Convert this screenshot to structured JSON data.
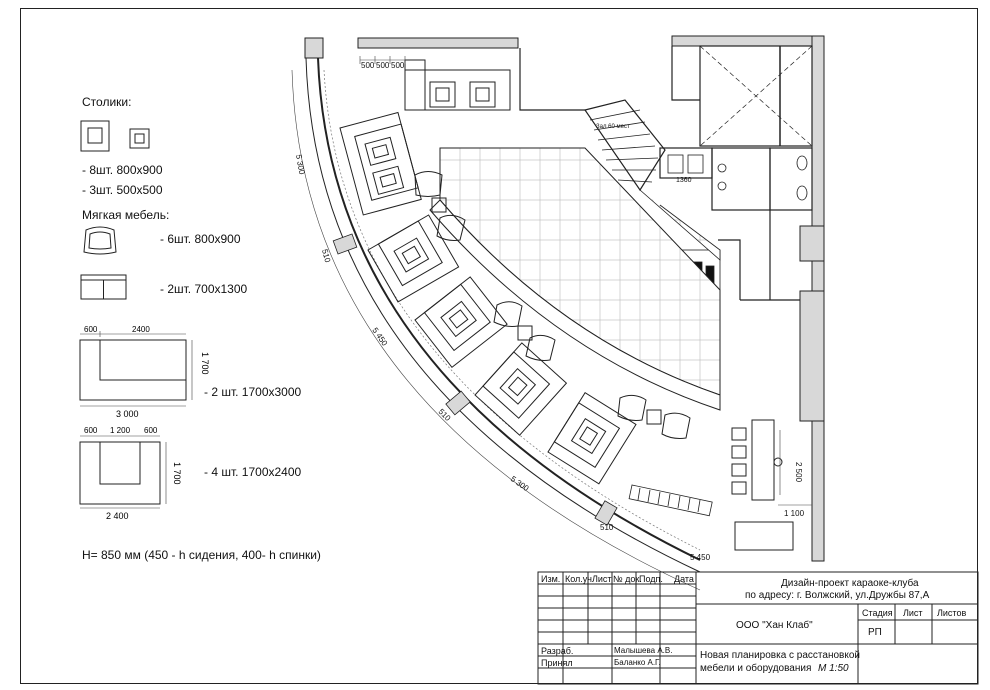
{
  "legend": {
    "tables_title": "Столики:",
    "tables_8": "- 8шт. 800х900",
    "tables_3": "- 3шт. 500х500",
    "soft_title": "Мягкая мебель:",
    "chair": "- 6шт. 800х900",
    "sofa": "- 2шт. 700х1300",
    "l_sofa": "- 2 шт. 1700х3000",
    "u_sofa": "- 4 шт. 1700х2400",
    "height_note": "H= 850 мм (450 - h сидения, 400- h спинки)",
    "dims": {
      "l_600": "600",
      "l_2400": "2400",
      "l_1700": "1 700",
      "l_3000": "3 000",
      "u_600a": "600",
      "u_1200": "1 200",
      "u_600b": "600",
      "u_1700": "1 700",
      "u_2400": "2 400"
    }
  },
  "plan": {
    "dims": {
      "d500a": "500",
      "d500b": "500",
      "d500c": "500",
      "d5300a": "5 300",
      "d510a": "510",
      "d5450a": "5 450",
      "d510b": "510",
      "d5300b": "5 300",
      "d510c": "510",
      "d5450b": "5 450",
      "d1360": "1360",
      "d2500": "2 500",
      "d1100": "1 100",
      "stage_note": "Зал 60 мест"
    }
  },
  "title_block": {
    "headers": [
      "Изм.",
      "Кол.уч",
      "Лист",
      "№ док.",
      "Подп.",
      "Дата"
    ],
    "project": "Дизайн-проект караоке-клуба",
    "address": "по адресу: г. Волжский, ул.Дружбы 87,А",
    "company": "ООО \"Хан Клаб\"",
    "stage_h": "Стадия",
    "sheet_h": "Лист",
    "sheets_h": "Листов",
    "stage_v": "РП",
    "dev_label": "Разраб.",
    "dev_name": "Малышева А.В.",
    "chk_label": "Принял",
    "chk_name": "Баланко А.Г.",
    "drawing_title_1": "Новая планировка с расстановкой",
    "drawing_title_2": "мебели и оборудования",
    "scale": "М 1:50"
  }
}
